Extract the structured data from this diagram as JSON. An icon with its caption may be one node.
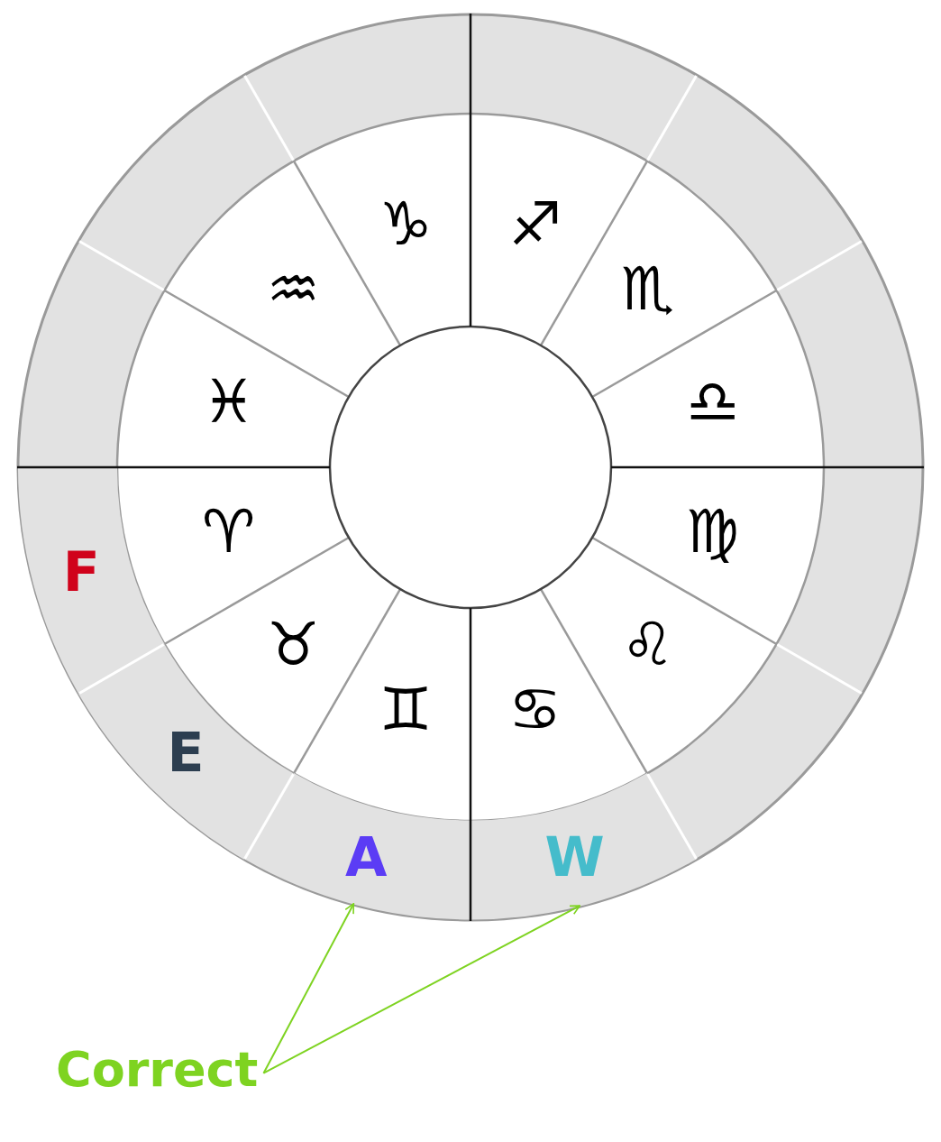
{
  "diagram": {
    "nodes": [
      {
        "text": [
          "F"
        ]
      },
      {
        "text": [
          "E"
        ]
      },
      {
        "text": [
          "A"
        ]
      },
      {
        "text": [
          "W"
        ]
      },
      {
        "text": [
          "Correct"
        ]
      }
    ],
    "edges": [
      {
        "from": 4,
        "to": 2,
        "arrow": "to"
      },
      {
        "from": 4,
        "to": 3,
        "arrow": "to"
      }
    ],
    "labels": [
      "♑",
      "♐",
      "♒",
      "♏",
      "♓",
      "♎",
      "♈",
      "♍",
      "♉",
      "♌",
      "♊",
      "♋"
    ]
  }
}
